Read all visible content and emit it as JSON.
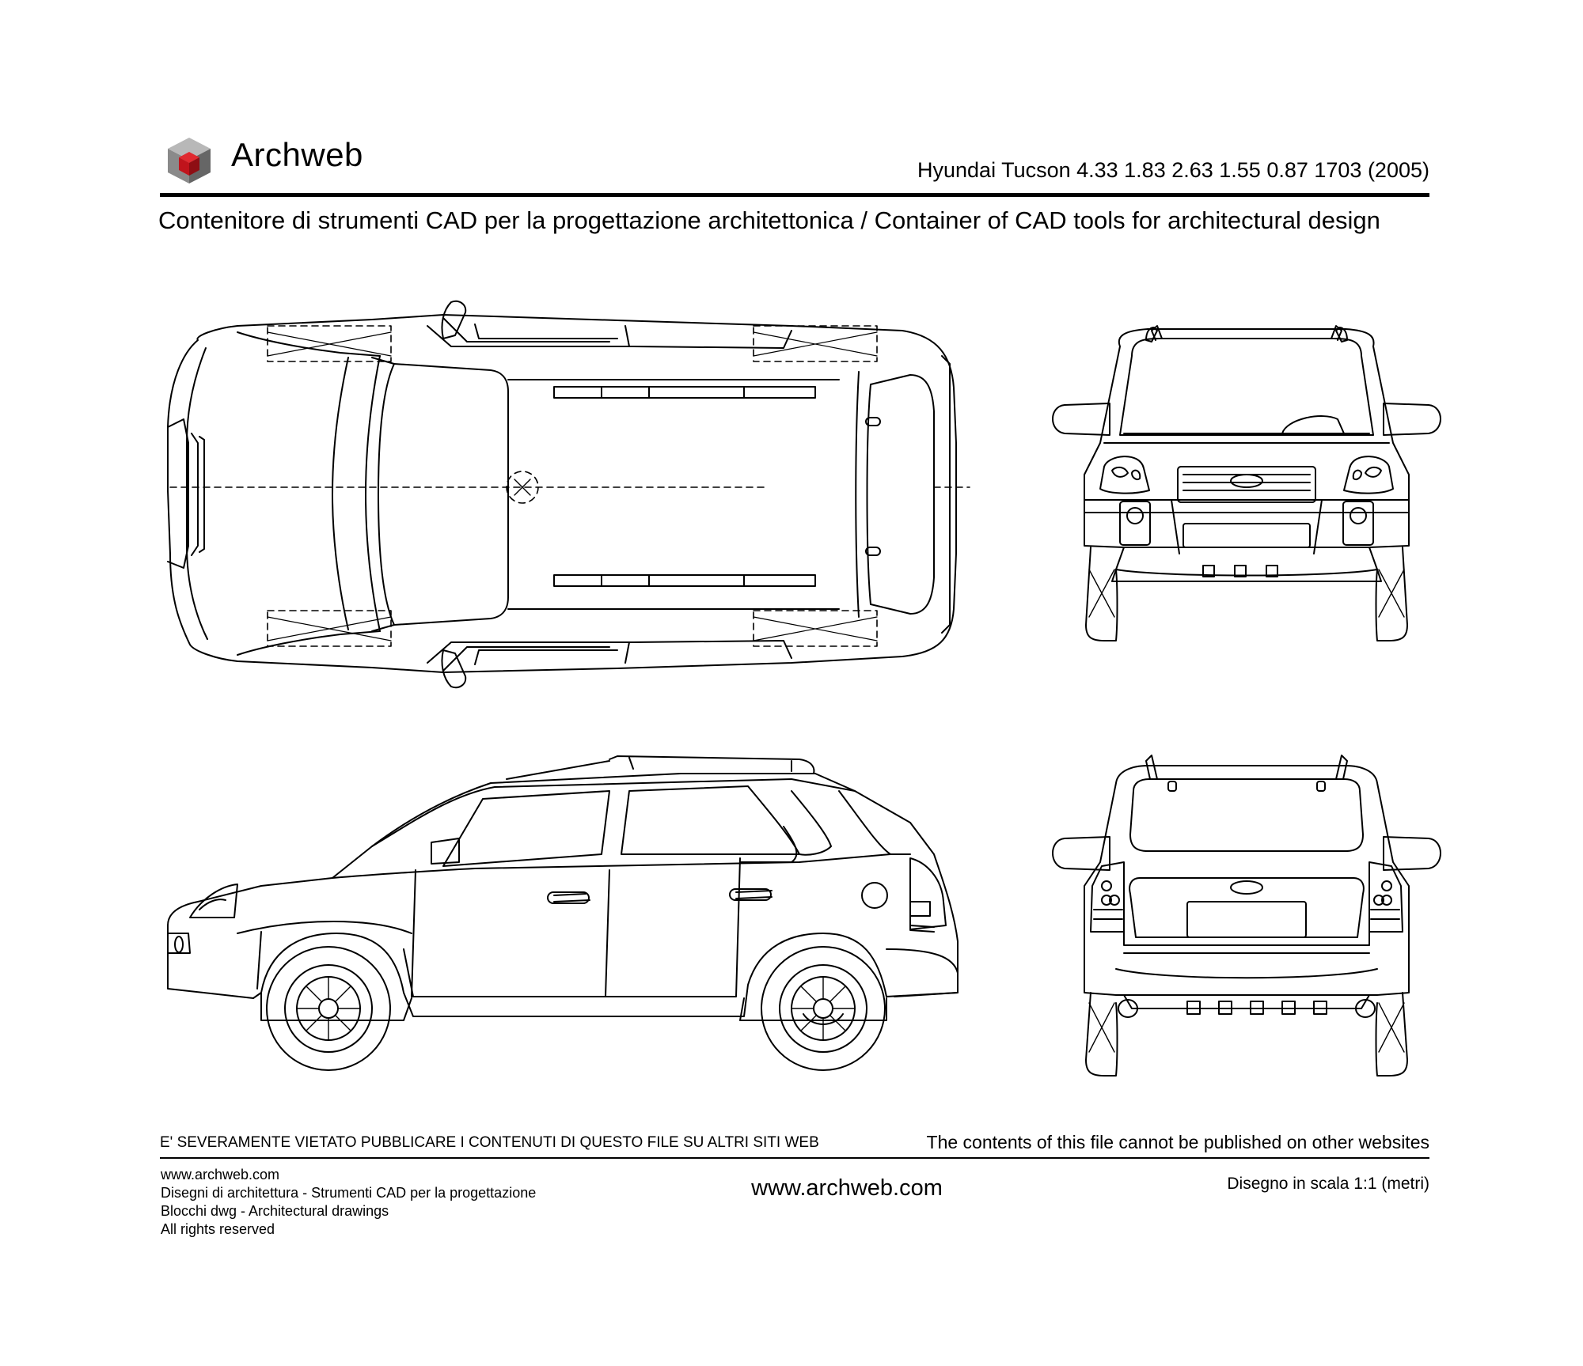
{
  "header": {
    "brand": "Archweb",
    "model_line": "Hyundai Tucson 4.33 1.83 2.63 1.55 0.87 1703 (2005)",
    "tagline": "Contenitore di strumenti CAD per la progettazione architettonica  /  Container of CAD tools for architectural design"
  },
  "footer": {
    "warning_it": "E' SEVERAMENTE VIETATO PUBBLICARE I CONTENUTI DI QUESTO FILE SU ALTRI SITI WEB",
    "warning_en": "The contents of this file cannot be published on other websites",
    "credits": [
      "www.archweb.com",
      "Disegni di architettura - Strumenti CAD  per la progettazione",
      "Blocchi dwg - Architectural drawings",
      "All rights reserved"
    ],
    "site": "www.archweb.com",
    "scale": "Disegno in scala 1:1 (metri)"
  },
  "colors": {
    "logo_top": "#b8b8b8",
    "logo_left": "#8a8a8a",
    "logo_right": "#666666",
    "logo_cube": "#c0141c",
    "line": "#000000"
  }
}
